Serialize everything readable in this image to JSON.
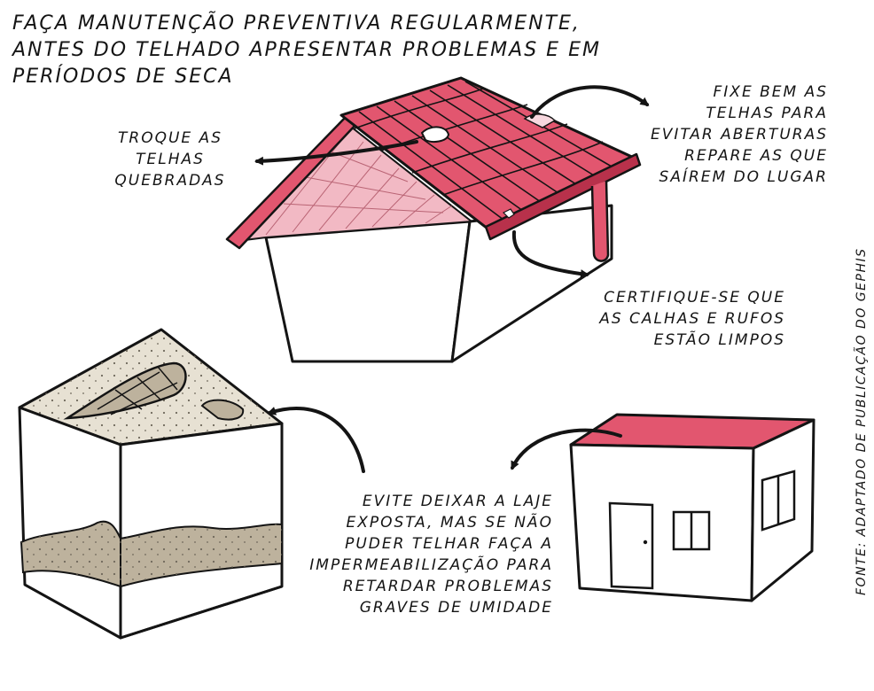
{
  "title": [
    "Faça manutenção preventiva regularmente,",
    "antes do telhado apresentar problemas e em",
    "períodos de seca"
  ],
  "notes": {
    "broken_tiles": [
      "troque as",
      "telhas",
      "quebradas"
    ],
    "fix_tiles": [
      "fixe bem as",
      "telhas para",
      "evitar aberturas",
      "repare as que",
      "saírem do lugar"
    ],
    "gutters": [
      "certifique-se que",
      "as calhas e rufos",
      "estão limpos"
    ],
    "slab": [
      "evite deixar a laje",
      "exposta, mas se não",
      "puder telhar faça a",
      "impermeabilização para",
      "retardar problemas",
      "graves de umidade"
    ]
  },
  "source": "Fonte: adaptado de publicação do Gephis",
  "colors": {
    "roof": "#e2566f",
    "roof_dark": "#b8314b",
    "roof_light": "#f2b9c4",
    "stain": "#bdb29d",
    "ceiling": "#e7e1d3",
    "ink": "#141414"
  }
}
